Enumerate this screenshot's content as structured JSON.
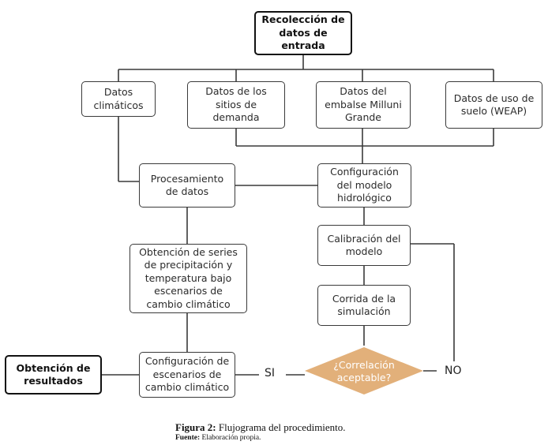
{
  "nodes": {
    "inputs": "Recolección de\ndatos de\nentrada",
    "climate": "Datos\nclimáticos",
    "demand": "Datos de los\nsitios de\ndemanda",
    "reservoir": "Datos del\nembalse Milluni\nGrande",
    "landuse": "Datos de uso de\nsuelo (WEAP)",
    "processing": "Procesamiento\nde datos",
    "model_config": "Configuración\ndel modelo\nhidrológico",
    "calibration": "Calibración del\nmodelo",
    "series": "Obtención de series\nde precipitación y\ntemperatura bajo\nescenarios de\ncambio climático",
    "simulation": "Corrida de la\nsimulación",
    "scenarios": "Configuración de\nescenarios de\ncambio climático",
    "results": "Obtención de\nresultados",
    "decision": "¿Correlación\naceptable?"
  },
  "branches": {
    "yes": "SI",
    "no": "NO"
  },
  "caption": {
    "label": "Figura 2:",
    "text": " Flujograma del procedimiento."
  },
  "source": {
    "label": "Fuente:",
    "text": " Elaboración propia."
  },
  "colors": {
    "decision_fill": "#E2B07A",
    "line": "#3a3a3a"
  }
}
